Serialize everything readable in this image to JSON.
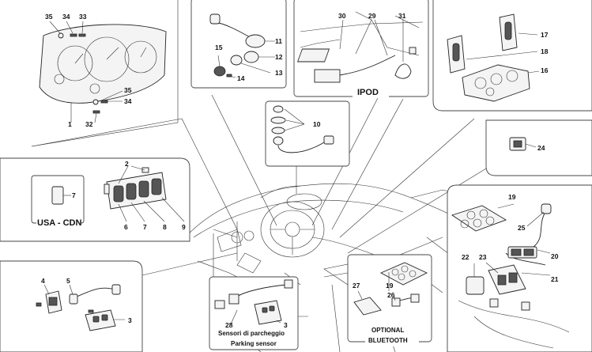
{
  "callouts": {
    "instrument": [
      "35",
      "34",
      "33",
      "35",
      "34",
      "32",
      "1"
    ],
    "ignition": [
      "11",
      "12",
      "13",
      "15",
      "14"
    ],
    "ipod": [
      "30",
      "29",
      "31"
    ],
    "controls": [
      "17",
      "18",
      "16"
    ],
    "socket": [
      "10"
    ],
    "button": [
      "24"
    ],
    "switches": [
      "2",
      "6",
      "7",
      "8",
      "9"
    ],
    "usa": [
      "7"
    ],
    "console": [
      "19",
      "25",
      "20",
      "21",
      "22",
      "23"
    ],
    "bluetooth": [
      "27",
      "19",
      "26"
    ],
    "parking": [
      "28",
      "3"
    ],
    "side": [
      "4",
      "5",
      "3"
    ]
  },
  "labels": {
    "ipod": "IPOD",
    "usa_cdn": "USA - CDN",
    "parking_it": "Sensori di parcheggio",
    "parking_en": "Parking sensor",
    "optional": "OPTIONAL",
    "bluetooth": "BLUETOOTH"
  }
}
